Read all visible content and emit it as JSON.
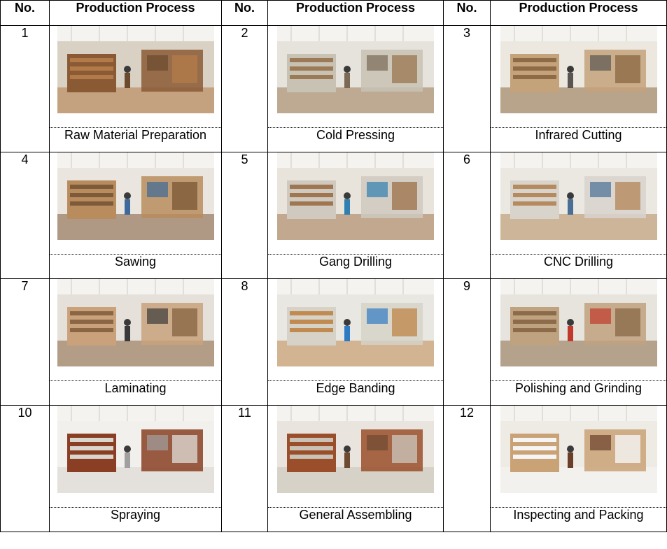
{
  "headers": {
    "no": "No.",
    "process": "Production Process"
  },
  "steps": [
    {
      "no": "1",
      "name": "Raw Material Preparation",
      "photo_icon": "warehouse-photo"
    },
    {
      "no": "2",
      "name": "Cold Pressing",
      "photo_icon": "press-machine-photo"
    },
    {
      "no": "3",
      "name": "Infrared Cutting",
      "photo_icon": "cutting-workshop-photo"
    },
    {
      "no": "4",
      "name": "Sawing",
      "photo_icon": "sawing-workshop-photo"
    },
    {
      "no": "5",
      "name": "Gang Drilling",
      "photo_icon": "drilling-machine-photo"
    },
    {
      "no": "6",
      "name": "CNC Drilling",
      "photo_icon": "cnc-machine-photo"
    },
    {
      "no": "7",
      "name": "Laminating",
      "photo_icon": "laminating-line-photo"
    },
    {
      "no": "8",
      "name": "Edge Banding",
      "photo_icon": "edge-banding-machine-photo"
    },
    {
      "no": "9",
      "name": "Polishing and Grinding",
      "photo_icon": "polishing-workshop-photo"
    },
    {
      "no": "10",
      "name": "Spraying",
      "photo_icon": "spray-booth-photo"
    },
    {
      "no": "11",
      "name": "General Assembling",
      "photo_icon": "assembly-area-photo"
    },
    {
      "no": "12",
      "name": "Inspecting and Packing",
      "photo_icon": "packing-area-photo"
    }
  ]
}
